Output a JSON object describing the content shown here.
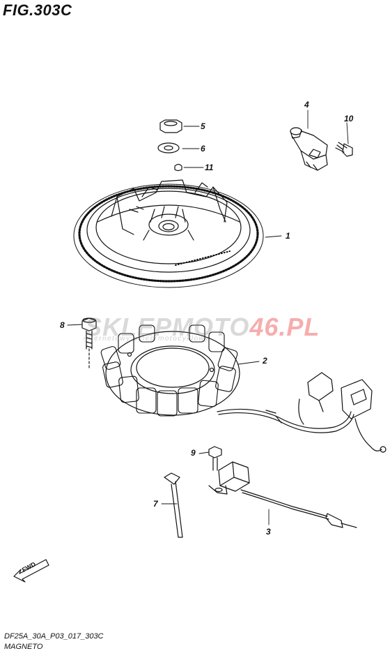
{
  "figure": {
    "title": "FIG.303C",
    "model_code": "DF25A_30A_P03_017_303C",
    "section_name": "MAGNETO"
  },
  "callouts": [
    {
      "id": "1",
      "label": "1",
      "part": "flywheel"
    },
    {
      "id": "2",
      "label": "2",
      "part": "stator"
    },
    {
      "id": "3",
      "label": "3",
      "part": "harness"
    },
    {
      "id": "4",
      "label": "4",
      "part": "sensor"
    },
    {
      "id": "5",
      "label": "5",
      "part": "nut"
    },
    {
      "id": "6",
      "label": "6",
      "part": "washer"
    },
    {
      "id": "7",
      "label": "7",
      "part": "cable-tie"
    },
    {
      "id": "8",
      "label": "8",
      "part": "bolt"
    },
    {
      "id": "9",
      "label": "9",
      "part": "bolt"
    },
    {
      "id": "10",
      "label": "10",
      "part": "bolt"
    },
    {
      "id": "11",
      "label": "11",
      "part": "key"
    }
  ],
  "watermark": {
    "left_text": "SKLEPMOTO",
    "right_text": "46.PL",
    "sub_text": "internetowy sklep motocyklowy",
    "brand_red": "#e83c3c"
  },
  "direction_arrow": {
    "label": "FWD",
    "icon": "fwd-arrow-icon"
  }
}
